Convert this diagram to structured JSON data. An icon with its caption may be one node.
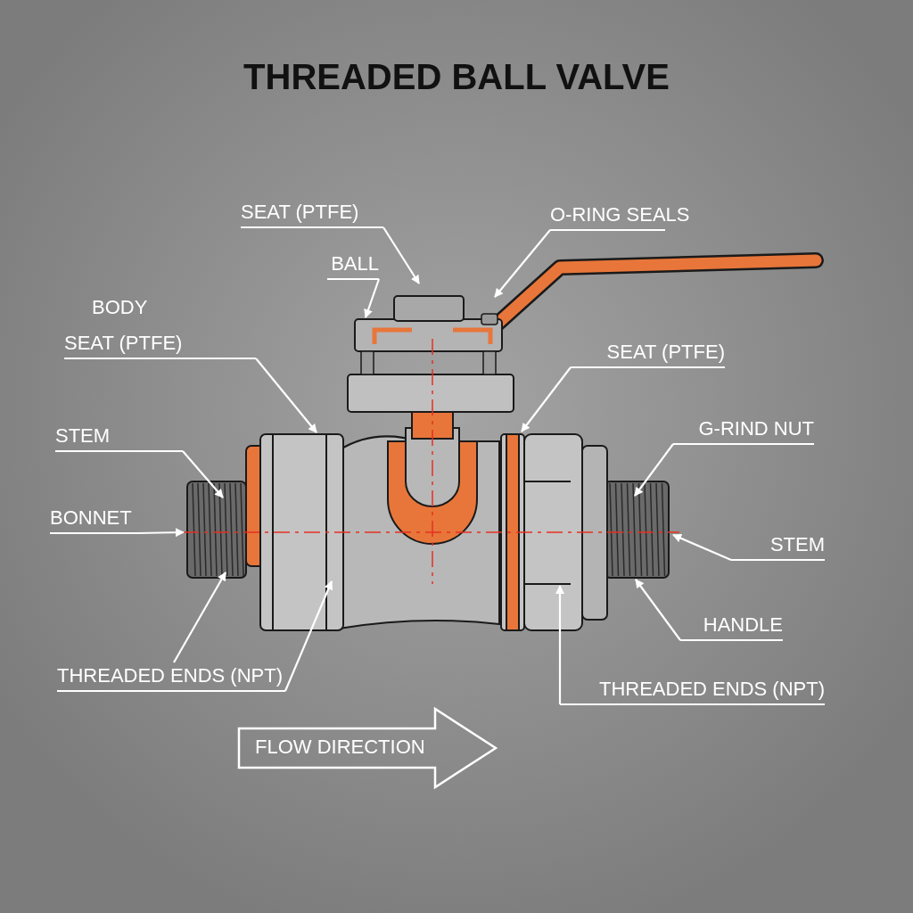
{
  "diagram": {
    "title": "THREADED BALL VALVE",
    "nodes": [
      {
        "text": [
          "SEAT (PTFE)"
        ]
      },
      {
        "text": [
          "O-RING SEALS"
        ]
      },
      {
        "text": [
          "BALL"
        ]
      },
      {
        "text": [
          "SEAT (PTFE)"
        ]
      },
      {
        "text": [
          "SEAT (PTFE)"
        ]
      },
      {
        "text": [
          "G-RIND NUT"
        ]
      },
      {
        "text": [
          "STEM"
        ]
      },
      {
        "text": [
          "BONNET"
        ]
      },
      {
        "text": [
          "STEM"
        ]
      },
      {
        "text": [
          "HANDLE"
        ]
      },
      {
        "text": [
          "THREADED ENDS (NPT)"
        ]
      },
      {
        "text": [
          "THREADED ENDS (NPT)"
        ]
      },
      {
        "text": [
          "FLOW DIRECTION"
        ]
      }
    ],
    "edges": [
      {
        "from": 0,
        "to": null,
        "arrow": "to"
      },
      {
        "from": 1,
        "to": null,
        "arrow": "to"
      },
      {
        "from": 2,
        "to": null,
        "arrow": "to"
      },
      {
        "from": 3,
        "to": null,
        "arrow": "to"
      },
      {
        "from": 4,
        "to": null,
        "arrow": "to"
      },
      {
        "from": 5,
        "to": null,
        "arrow": "to"
      },
      {
        "from": 6,
        "to": null,
        "arrow": "to"
      },
      {
        "from": 7,
        "to": null,
        "arrow": "to"
      },
      {
        "from": 8,
        "to": null,
        "arrow": "to"
      },
      {
        "from": 9,
        "to": null,
        "arrow": "to"
      },
      {
        "from": 10,
        "to": null,
        "arrow": "to"
      },
      {
        "from": 10,
        "to": null,
        "arrow": "to"
      },
      {
        "from": 11,
        "to": null,
        "arrow": "to"
      }
    ],
    "labels": [
      "BODY"
    ]
  }
}
